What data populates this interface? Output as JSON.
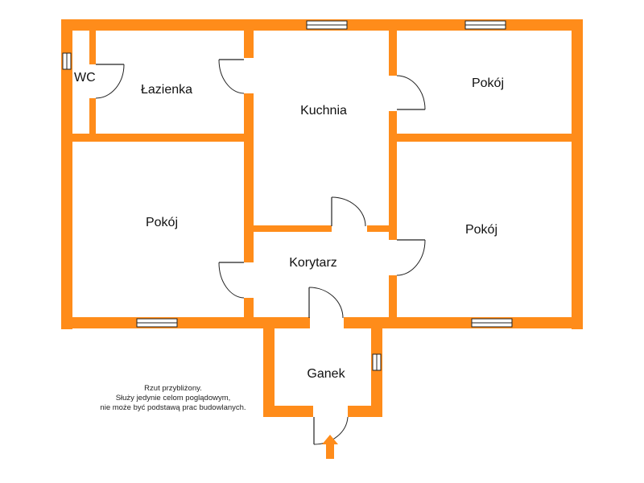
{
  "rooms": {
    "wc": "WC",
    "bathroom": "Łazienka",
    "kitchen": "Kuchnia",
    "room_top_right": "Pokój",
    "room_left": "Pokój",
    "room_right": "Pokój",
    "corridor": "Korytarz",
    "porch": "Ganek"
  },
  "disclaimer": {
    "line1": "Rzut przybliżony.",
    "line2": "Służy jedynie celom poglądowym,",
    "line3": "nie może być podstawą prac budowlanych."
  },
  "colors": {
    "wall": "#ff8c1a",
    "background": "#ffffff",
    "line": "#222222"
  }
}
